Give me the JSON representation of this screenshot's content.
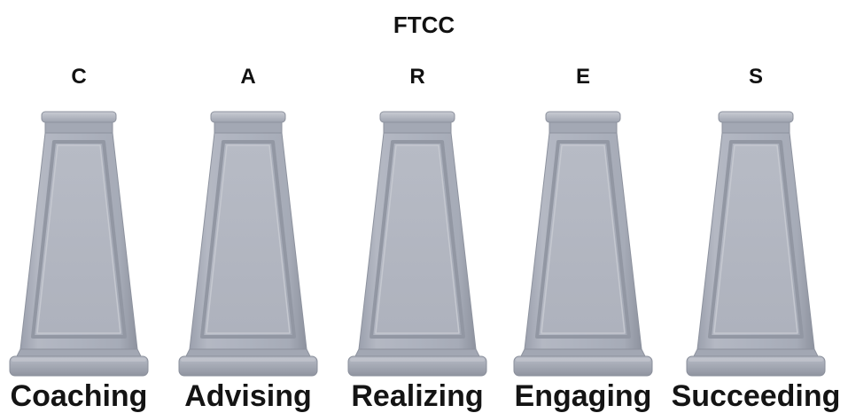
{
  "title": "FTCC",
  "pillars": [
    {
      "letter": "C",
      "word": "Coaching"
    },
    {
      "letter": "A",
      "word": "Advising"
    },
    {
      "letter": "R",
      "word": "Realizing"
    },
    {
      "letter": "E",
      "word": "Engaging"
    },
    {
      "letter": "S",
      "word": "Succeeding"
    }
  ],
  "colors": {
    "pillar_face": "#a9aebb",
    "pillar_light": "#c4c8d2",
    "pillar_dark": "#8c919e",
    "text": "#111111"
  }
}
